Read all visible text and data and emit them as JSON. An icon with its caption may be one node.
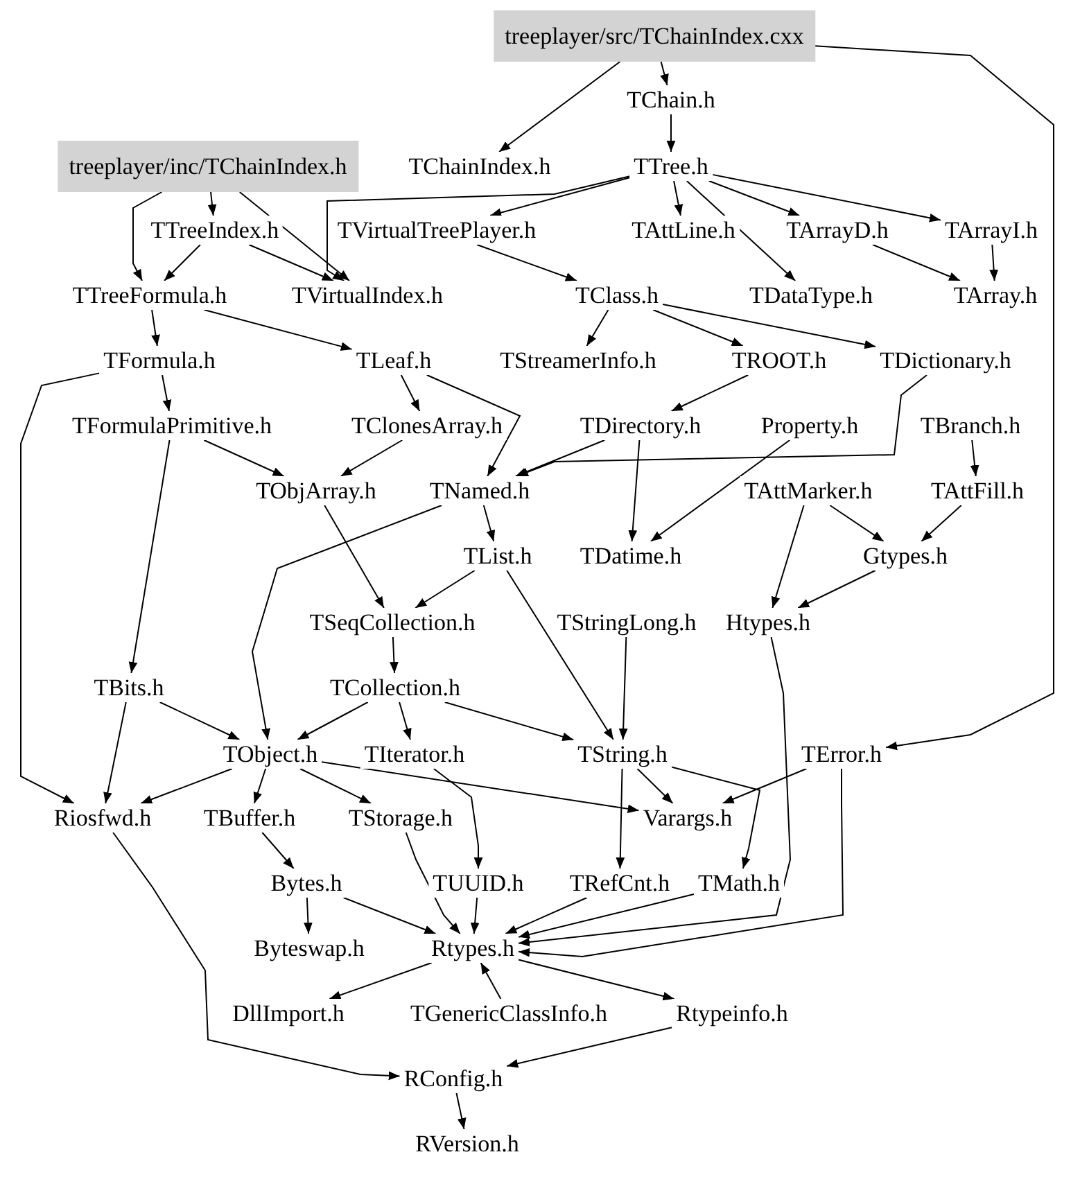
{
  "diagram": {
    "nodes": [
      {
        "text": [
          "treeplayer/src/TChainIndex.cxx"
        ]
      },
      {
        "text": [
          "TChain.h"
        ]
      },
      {
        "text": [
          "treeplayer/inc/TChainIndex.h"
        ]
      },
      {
        "text": [
          "TChainIndex.h"
        ]
      },
      {
        "text": [
          "TTree.h"
        ]
      },
      {
        "text": [
          "TTreeIndex.h"
        ]
      },
      {
        "text": [
          "TVirtualTreePlayer.h"
        ]
      },
      {
        "text": [
          "TAttLine.h"
        ]
      },
      {
        "text": [
          "TArrayD.h"
        ]
      },
      {
        "text": [
          "TArrayI.h"
        ]
      },
      {
        "text": [
          "TTreeFormula.h"
        ]
      },
      {
        "text": [
          "TVirtualIndex.h"
        ]
      },
      {
        "text": [
          "TClass.h"
        ]
      },
      {
        "text": [
          "TDataType.h"
        ]
      },
      {
        "text": [
          "TArray.h"
        ]
      },
      {
        "text": [
          "TFormula.h"
        ]
      },
      {
        "text": [
          "TLeaf.h"
        ]
      },
      {
        "text": [
          "TStreamerInfo.h"
        ]
      },
      {
        "text": [
          "TROOT.h"
        ]
      },
      {
        "text": [
          "TDictionary.h"
        ]
      },
      {
        "text": [
          "TFormulaPrimitive.h"
        ]
      },
      {
        "text": [
          "TClonesArray.h"
        ]
      },
      {
        "text": [
          "TDirectory.h"
        ]
      },
      {
        "text": [
          "Property.h"
        ]
      },
      {
        "text": [
          "TBranch.h"
        ]
      },
      {
        "text": [
          "TObjArray.h"
        ]
      },
      {
        "text": [
          "TNamed.h"
        ]
      },
      {
        "text": [
          "TAttMarker.h"
        ]
      },
      {
        "text": [
          "TAttFill.h"
        ]
      },
      {
        "text": [
          "TList.h"
        ]
      },
      {
        "text": [
          "TDatime.h"
        ]
      },
      {
        "text": [
          "Gtypes.h"
        ]
      },
      {
        "text": [
          "TSeqCollection.h"
        ]
      },
      {
        "text": [
          "TStringLong.h"
        ]
      },
      {
        "text": [
          "Htypes.h"
        ]
      },
      {
        "text": [
          "TBits.h"
        ]
      },
      {
        "text": [
          "TCollection.h"
        ]
      },
      {
        "text": [
          "TObject.h"
        ]
      },
      {
        "text": [
          "TIterator.h"
        ]
      },
      {
        "text": [
          "TString.h"
        ]
      },
      {
        "text": [
          "TError.h"
        ]
      },
      {
        "text": [
          "Riosfwd.h"
        ]
      },
      {
        "text": [
          "TBuffer.h"
        ]
      },
      {
        "text": [
          "TStorage.h"
        ]
      },
      {
        "text": [
          "Varargs.h"
        ]
      },
      {
        "text": [
          "Bytes.h"
        ]
      },
      {
        "text": [
          "TUUID.h"
        ]
      },
      {
        "text": [
          "TRefCnt.h"
        ]
      },
      {
        "text": [
          "TMath.h"
        ]
      },
      {
        "text": [
          "Byteswap.h"
        ]
      },
      {
        "text": [
          "Rtypes.h"
        ]
      },
      {
        "text": [
          "DllImport.h"
        ]
      },
      {
        "text": [
          "TGenericClassInfo.h"
        ]
      },
      {
        "text": [
          "Rtypeinfo.h"
        ]
      },
      {
        "text": [
          "RConfig.h"
        ]
      },
      {
        "text": [
          "RVersion.h"
        ]
      }
    ],
    "edges": [
      {
        "from": 0,
        "to": 1,
        "arrow": "to"
      },
      {
        "from": 0,
        "to": 3,
        "arrow": "to"
      },
      {
        "from": 0,
        "to": 40,
        "arrow": "to"
      },
      {
        "from": 1,
        "to": 4,
        "arrow": "to"
      },
      {
        "from": 2,
        "to": 5,
        "arrow": "to"
      },
      {
        "from": 2,
        "to": 10,
        "arrow": "to"
      },
      {
        "from": 2,
        "to": 11,
        "arrow": "to"
      },
      {
        "from": 4,
        "to": 6,
        "arrow": "to"
      },
      {
        "from": 4,
        "to": 7,
        "arrow": "to"
      },
      {
        "from": 4,
        "to": 8,
        "arrow": "to"
      },
      {
        "from": 4,
        "to": 9,
        "arrow": "to"
      },
      {
        "from": 4,
        "to": 11,
        "arrow": "to"
      },
      {
        "from": 4,
        "to": 13,
        "arrow": "to"
      },
      {
        "from": 5,
        "to": 10,
        "arrow": "to"
      },
      {
        "from": 5,
        "to": 11,
        "arrow": "to"
      },
      {
        "from": 6,
        "to": 12,
        "arrow": "to"
      },
      {
        "from": 8,
        "to": 14,
        "arrow": "to"
      },
      {
        "from": 9,
        "to": 14,
        "arrow": "to"
      },
      {
        "from": 10,
        "to": 15,
        "arrow": "to"
      },
      {
        "from": 10,
        "to": 16,
        "arrow": "to"
      },
      {
        "from": 12,
        "to": 17,
        "arrow": "to"
      },
      {
        "from": 12,
        "to": 18,
        "arrow": "to"
      },
      {
        "from": 12,
        "to": 19,
        "arrow": "to"
      },
      {
        "from": 15,
        "to": 20,
        "arrow": "to"
      },
      {
        "from": 15,
        "to": 41,
        "arrow": "to"
      },
      {
        "from": 16,
        "to": 21,
        "arrow": "to"
      },
      {
        "from": 16,
        "to": 26,
        "arrow": "to"
      },
      {
        "from": 18,
        "to": 22,
        "arrow": "to"
      },
      {
        "from": 19,
        "to": 26,
        "arrow": "to"
      },
      {
        "from": 20,
        "to": 25,
        "arrow": "to"
      },
      {
        "from": 20,
        "to": 35,
        "arrow": "to"
      },
      {
        "from": 21,
        "to": 25,
        "arrow": "to"
      },
      {
        "from": 22,
        "to": 26,
        "arrow": "to"
      },
      {
        "from": 22,
        "to": 30,
        "arrow": "to"
      },
      {
        "from": 23,
        "to": 30,
        "arrow": "to"
      },
      {
        "from": 24,
        "to": 28,
        "arrow": "to"
      },
      {
        "from": 25,
        "to": 32,
        "arrow": "to"
      },
      {
        "from": 26,
        "to": 37,
        "arrow": "to"
      },
      {
        "from": 26,
        "to": 29,
        "arrow": "to"
      },
      {
        "from": 27,
        "to": 31,
        "arrow": "to"
      },
      {
        "from": 27,
        "to": 34,
        "arrow": "to"
      },
      {
        "from": 28,
        "to": 31,
        "arrow": "to"
      },
      {
        "from": 31,
        "to": 34,
        "arrow": "to"
      },
      {
        "from": 29,
        "to": 32,
        "arrow": "to"
      },
      {
        "from": 29,
        "to": 39,
        "arrow": "to"
      },
      {
        "from": 33,
        "to": 39,
        "arrow": "to"
      },
      {
        "from": 32,
        "to": 36,
        "arrow": "to"
      },
      {
        "from": 35,
        "to": 37,
        "arrow": "to"
      },
      {
        "from": 35,
        "to": 41,
        "arrow": "to"
      },
      {
        "from": 36,
        "to": 37,
        "arrow": "to"
      },
      {
        "from": 36,
        "to": 38,
        "arrow": "to"
      },
      {
        "from": 36,
        "to": 39,
        "arrow": "to"
      },
      {
        "from": 37,
        "to": 41,
        "arrow": "to"
      },
      {
        "from": 37,
        "to": 42,
        "arrow": "to"
      },
      {
        "from": 37,
        "to": 43,
        "arrow": "to"
      },
      {
        "from": 37,
        "to": 44,
        "arrow": "to"
      },
      {
        "from": 38,
        "to": 46,
        "arrow": "to"
      },
      {
        "from": 39,
        "to": 44,
        "arrow": "to"
      },
      {
        "from": 39,
        "to": 47,
        "arrow": "to"
      },
      {
        "from": 39,
        "to": 48,
        "arrow": "to"
      },
      {
        "from": 40,
        "to": 44,
        "arrow": "to"
      },
      {
        "from": 40,
        "to": 50,
        "arrow": "to"
      },
      {
        "from": 34,
        "to": 50,
        "arrow": "to"
      },
      {
        "from": 42,
        "to": 45,
        "arrow": "to"
      },
      {
        "from": 43,
        "to": 50,
        "arrow": "to"
      },
      {
        "from": 45,
        "to": 49,
        "arrow": "to"
      },
      {
        "from": 45,
        "to": 50,
        "arrow": "to"
      },
      {
        "from": 46,
        "to": 50,
        "arrow": "to"
      },
      {
        "from": 47,
        "to": 50,
        "arrow": "to"
      },
      {
        "from": 48,
        "to": 50,
        "arrow": "to"
      },
      {
        "from": 50,
        "to": 51,
        "arrow": "to"
      },
      {
        "from": 52,
        "to": 50,
        "arrow": "to"
      },
      {
        "from": 50,
        "to": 53,
        "arrow": "to"
      },
      {
        "from": 53,
        "to": 54,
        "arrow": "to"
      },
      {
        "from": 41,
        "to": 54,
        "arrow": "to"
      },
      {
        "from": 54,
        "to": 55,
        "arrow": "to"
      }
    ]
  }
}
